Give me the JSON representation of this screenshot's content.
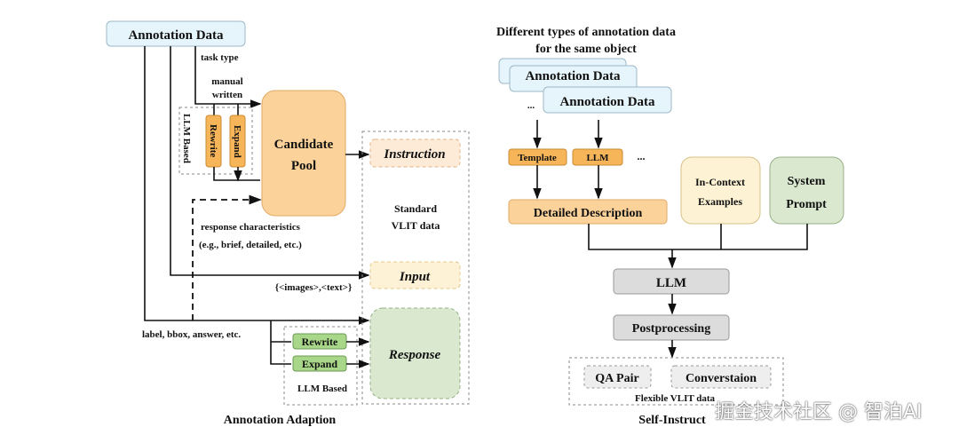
{
  "left": {
    "annotation_data": "Annotation Data",
    "task_type": "task type",
    "manual_1": "manual",
    "manual_2": "written",
    "llm_based_vertical": "LLM Based",
    "rewrite_vertical": "Rewrite",
    "expand_vertical": "Expand",
    "candidate_1": "Candidate",
    "candidate_2": "Pool",
    "response_char_1": "response characteristics",
    "response_char_2": "(e.g., brief, detailed, etc.)",
    "standard_1": "Standard",
    "standard_2": "VLIT data",
    "instruction": "Instruction",
    "input": "Input",
    "response": "Response",
    "images_text": "{<images>,<text>}",
    "labels": "label, bbox, answer, etc.",
    "rewrite": "Rewrite",
    "expand": "Expand",
    "llm_based": "LLM Based",
    "caption": "Annotation Adaption"
  },
  "right": {
    "title_1": "Different types of annotation data",
    "title_2": "for the same object",
    "annotation_data_back": "Annotation Data",
    "annotation_data_front": "Annotation Data",
    "ellipsis_small": "...",
    "template": "Template",
    "llm_small": "LLM",
    "ellipsis": "...",
    "detailed_description": "Detailed Description",
    "icl_1": "In-Context",
    "icl_2": "Examples",
    "sys_1": "System",
    "sys_2": "Prompt",
    "llm": "LLM",
    "postprocessing": "Postprocessing",
    "qa_pair": "QA Pair",
    "conversation": "Converstaion",
    "flexible": "Flexible VLIT data",
    "caption": "Self-Instruct"
  },
  "watermark": "掘金技术社区 @ 智泊AI",
  "colors": {
    "blue": "#e6f5fb",
    "orange": "#fbd39a",
    "light_orange": "#fdebd8",
    "yellow": "#fdf3d4",
    "green": "#d9e8cf",
    "gray": "#dcdcdc"
  }
}
